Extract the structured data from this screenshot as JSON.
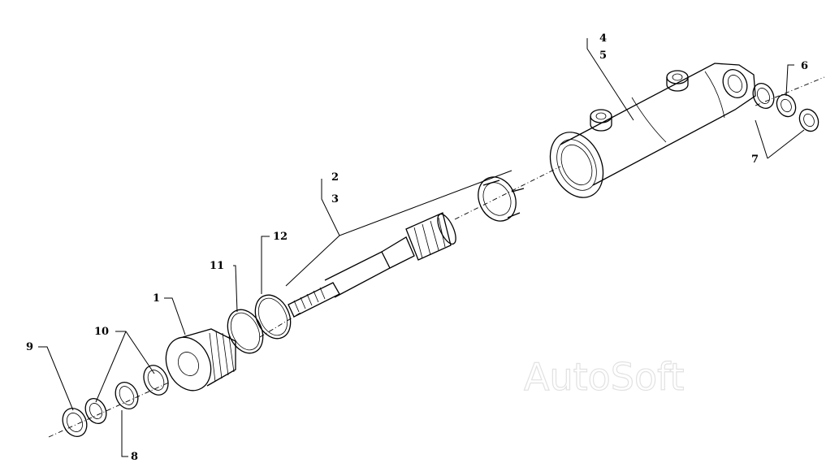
{
  "diagram": {
    "callouts": [
      "1",
      "2",
      "3",
      "4",
      "5",
      "6",
      "7",
      "8",
      "9",
      "10",
      "11",
      "12"
    ]
  },
  "watermark": "AutoSoft"
}
